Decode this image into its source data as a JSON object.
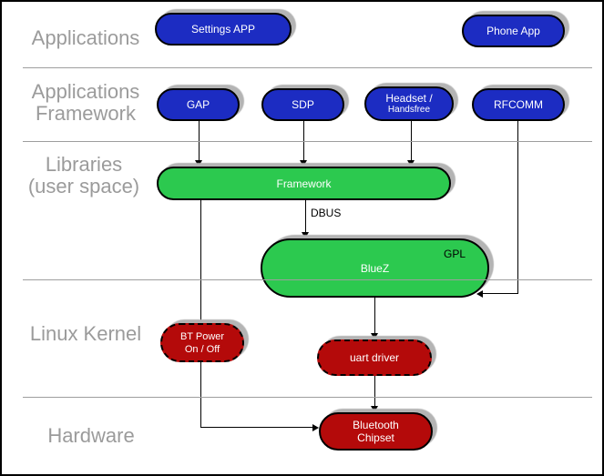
{
  "layers": [
    {
      "name": "applications",
      "lines": [
        "Applications"
      ]
    },
    {
      "name": "applications-framework",
      "lines": [
        "Applications",
        "Framework"
      ]
    },
    {
      "name": "libraries-user-space",
      "lines": [
        "Libraries",
        "(user space)"
      ]
    },
    {
      "name": "linux-kernel",
      "lines": [
        "Linux Kernel"
      ]
    },
    {
      "name": "hardware",
      "lines": [
        "Hardware"
      ]
    }
  ],
  "nodes": {
    "settings_app": {
      "label": "Settings APP"
    },
    "phone_app": {
      "label": "Phone App"
    },
    "gap": {
      "label": "GAP"
    },
    "sdp": {
      "label": "SDP"
    },
    "headset": {
      "lines": [
        "Headset /",
        "Handsfree"
      ]
    },
    "rfcomm": {
      "label": "RFCOMM"
    },
    "framework": {
      "label": "Framework"
    },
    "bluez": {
      "label": "BlueZ",
      "badge": "GPL"
    },
    "bt_power": {
      "lines": [
        "BT Power",
        "On / Off"
      ]
    },
    "uart_driver": {
      "label": "uart driver"
    },
    "bluetooth_chipset": {
      "lines": [
        "Bluetooth",
        "Chipset"
      ]
    }
  },
  "connectors": {
    "dbus_label": "DBUS"
  },
  "colors": {
    "node_blue": "#1c2cc2",
    "node_green": "#2cc94f",
    "node_red": "#b40a0a",
    "layer_label_gray": "#9b9b9b",
    "separator_gray": "#9e9e9e",
    "shadow_gray": "#b4b4b4",
    "connector_black": "#000000"
  }
}
